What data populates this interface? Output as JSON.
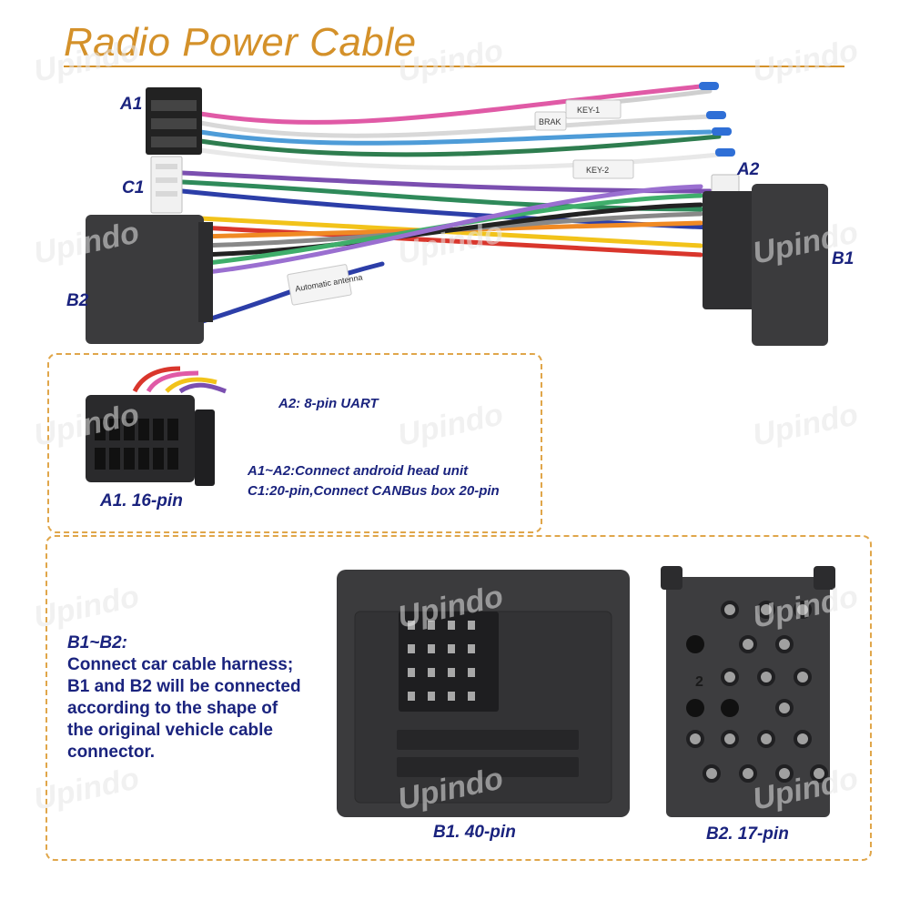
{
  "title": "Radio Power Cable",
  "watermark": "Upindo",
  "labels": {
    "a1": "A1",
    "a2": "A2",
    "c1": "C1",
    "b1": "B1",
    "b2": "B2"
  },
  "wire_tags": {
    "brak": "BRAK",
    "key1": "KEY-1",
    "key2": "KEY-2",
    "antenna": "Automatic antenna"
  },
  "info_box": {
    "a2_note": "A2: 8-pin UART",
    "a1a2_note": "A1~A2:Connect android head unit",
    "c1_note": "C1:20-pin,Connect CANBus box 20-pin",
    "a1_caption": "A1. 16-pin"
  },
  "connector_box": {
    "heading": "B1~B2:",
    "lines": [
      "Connect car cable harness;",
      "B1 and B2 will be connected",
      "according to the shape of",
      "the original vehicle cable",
      "connector."
    ],
    "b1_caption": "B1. 40-pin",
    "b2_caption": "B2. 17-pin",
    "b2_mark": "2"
  },
  "colors": {
    "accent": "#d4912a",
    "text": "#1a237e",
    "dashed_border": "#e0a64a",
    "connector": "#3b3b3d"
  }
}
